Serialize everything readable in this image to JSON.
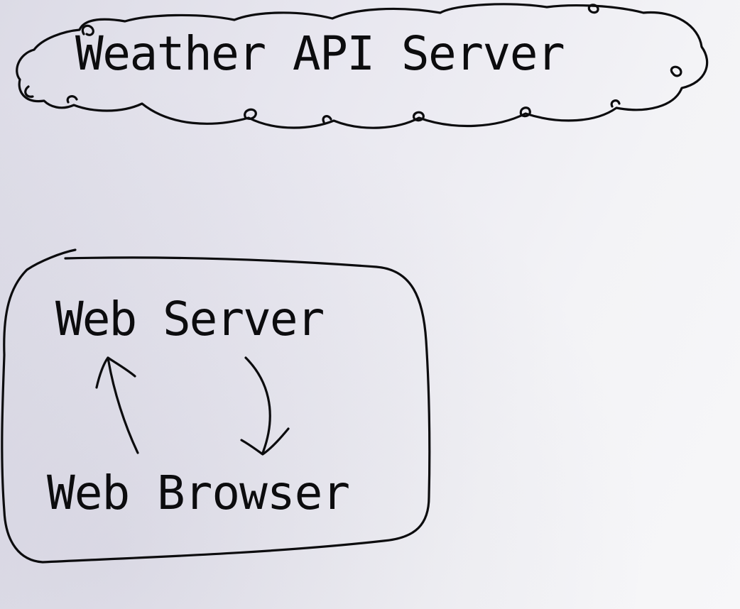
{
  "diagram": {
    "title": "Weather API Server",
    "server_label": "Web Server",
    "browser_label": "Web Browser"
  },
  "colors": {
    "ink": "#0c0c0e",
    "paper": "#f1f0f5"
  }
}
